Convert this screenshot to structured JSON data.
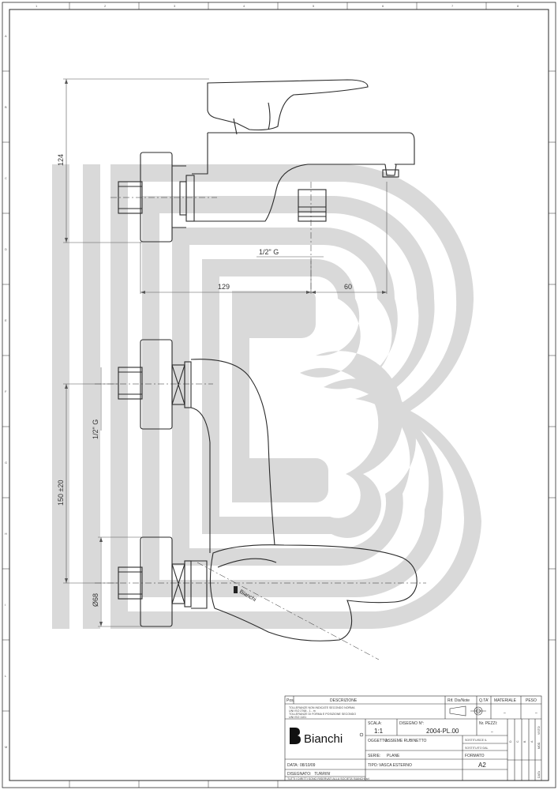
{
  "dimensions": {
    "height_top": "124",
    "width_body": "129",
    "width_spout": "60",
    "thread_top": "1/2\" G",
    "thread_side": "1/2\" G",
    "centres": "150 ±20",
    "flange_diameter": "Ø68"
  },
  "title_block": {
    "header": {
      "pos": "Pos.",
      "descrizione": "DESCRIZIONE",
      "rif": "Rif. Dis/Note",
      "qta": "Q.TA'",
      "materiale": "MATERIALE",
      "peso": "PESO"
    },
    "notes": [
      "TOLLERANZE NON INDICATE SECONDO NORMA",
      "UNI ISO 2768 - 1 - m",
      "TOLLERANZE DI FORMA E POSIZIONE SECONDO",
      "UNI ISO 1101"
    ],
    "scala_label": "SCALA:",
    "scala_value": "1:1",
    "disegno_label": "DISEGNO N°:",
    "disegno_value": "2004-PL.00",
    "pezzi_label": "Nr. PEZZI:",
    "pezzi_value": "–",
    "oggetto_label": "OGGETTO:",
    "oggetto_value": "ASSIEME RUBINETTO",
    "serie_label": "SERIE:",
    "serie_value": "PLANE",
    "tipo_label": "TIPO:",
    "tipo_value": "VASCA ESTERNO",
    "formato_label": "FORMATO",
    "formato_value": "A2",
    "data_label": "DATA:",
    "data_value": "08/10/09",
    "disegnato_label": "DISEGNATO:",
    "disegnato_value": "TURRINI",
    "sostituisce_label": "SOSTITUISCE IL",
    "sostituito_label": "SOSTITUITO DAL",
    "rights": "TUTTI I DIRITTI SONO RISERVATI ALLA SOCIETA' BIANCHI srl",
    "brand": "Bianchi",
    "revisions": [
      "A",
      "B",
      "C",
      "D"
    ],
    "mod_label": "MOD.",
    "visto_label": "VISTO",
    "data_col_label": "DATA"
  },
  "zones": {
    "top": [
      "1",
      "2",
      "3",
      "4",
      "5",
      "6",
      "7",
      "8"
    ],
    "side": [
      "A",
      "B",
      "C",
      "D",
      "E",
      "F",
      "G",
      "H",
      "I",
      "L",
      "M"
    ]
  },
  "handle_logo": "Bianchi",
  "colors": {
    "line": "#2a2a2a",
    "watermark": "#d9d9d9",
    "dim_line": "#555555"
  }
}
